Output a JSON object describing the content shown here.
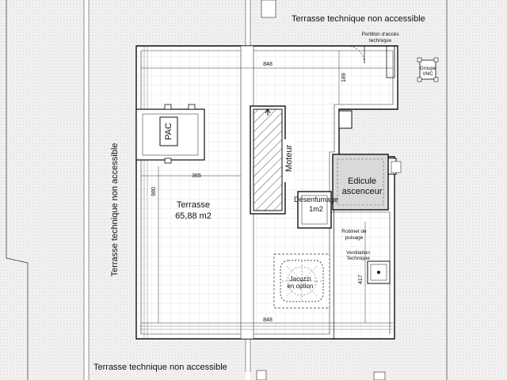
{
  "labels": {
    "tech_top": "Terrasse technique non accessible",
    "tech_left": "Terrasse technique non accessible",
    "tech_bottom": "Terrasse technique non accessible",
    "portillon_line1": "Portillon d'accès",
    "portillon_line2": "technique",
    "groupe_line1": "Groupe",
    "groupe_line2": "VMC",
    "pac": "PAC",
    "moteur": "Moteur",
    "terrasse_name": "Terrasse",
    "terrasse_area": "65,88  m2",
    "edicule_line1": "Edicule",
    "edicule_line2": "ascenceur",
    "desenfumage_line1": "Désenfumage",
    "desenfumage_line2": "1m2",
    "robinet_line1": "Robinet de",
    "robinet_line2": "puisage",
    "ventilation_line1": "Ventilation",
    "ventilation_line2": "Technique",
    "jacuzzi_line1": "Jacuzzi",
    "jacuzzi_line2": "en option"
  },
  "dimensions": {
    "top_width": "848",
    "bottom_width": "848",
    "top_depth": "189",
    "mid_width": "365",
    "left_height": "980",
    "right_height": "417"
  },
  "colors": {
    "hatch": "#f0f0f0",
    "edicule": "#d9d9d9",
    "line": "#222222"
  }
}
